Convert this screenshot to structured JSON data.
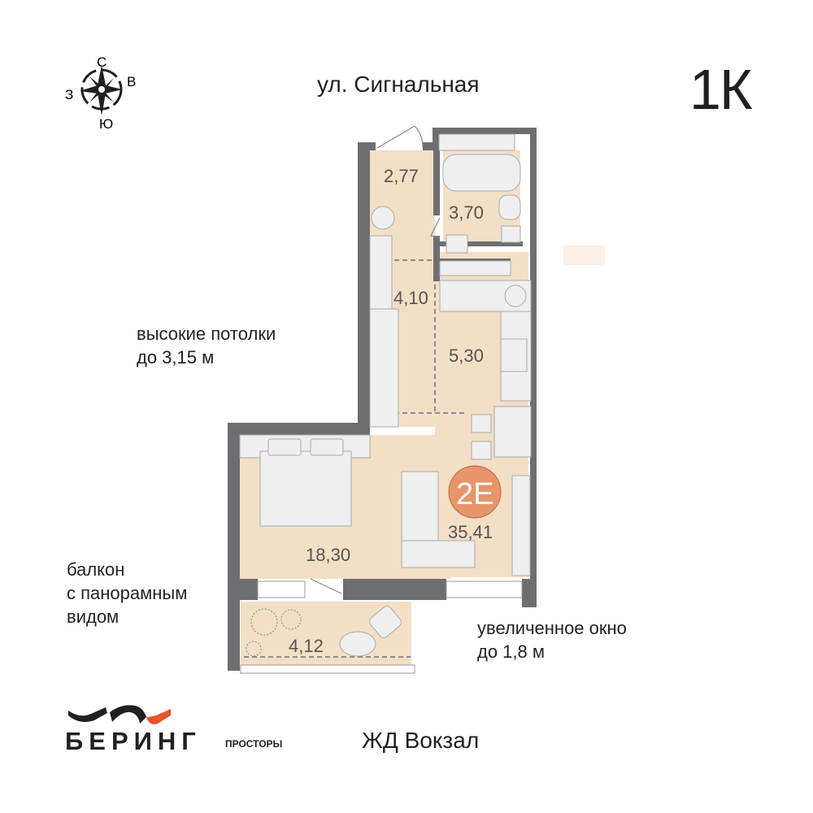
{
  "header": {
    "street": "ул. Сигнальная",
    "apartment_type": "1К"
  },
  "compass": {
    "north": "С",
    "east": "В",
    "south": "Ю",
    "west": "З"
  },
  "notes": {
    "ceilings_line1": "высокие потолки",
    "ceilings_line2": "до 3,15 м",
    "balcony_line1": "балкон",
    "balcony_line2": "с панорамным",
    "balcony_line3": "видом",
    "window_line1": "увеличенное окно",
    "window_line2": "до 1,8 м"
  },
  "plan": {
    "rooms": {
      "entry": "2,77",
      "bathroom": "3,70",
      "hall": "4,10",
      "kitchen": "5,30",
      "living": "18,30",
      "balcony": "4,12"
    },
    "badge": "2Е",
    "total_area": "35,41",
    "colors": {
      "floor": "#f2dfc6",
      "wall": "#6d6e71",
      "badge": "#e8956a",
      "furniture": "#eeeeee"
    }
  },
  "footer": {
    "brand": "БЕРИНГ",
    "brand_sub": "просторы",
    "station": "ЖД Вокзал",
    "brand_colors": {
      "dark": "#231f20",
      "accent": "#e8542a"
    }
  }
}
